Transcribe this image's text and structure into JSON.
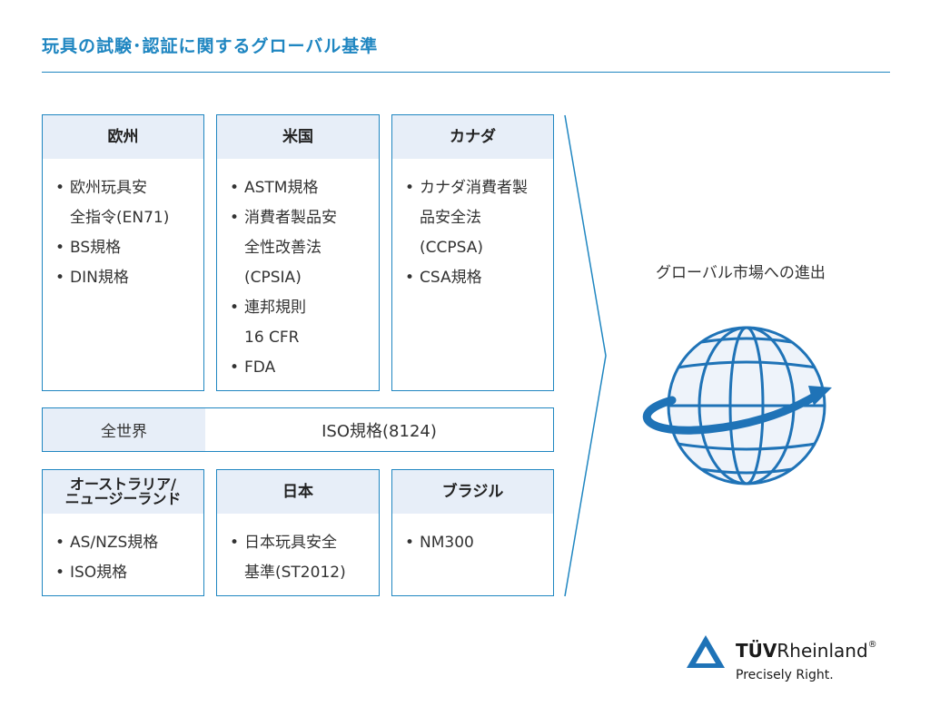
{
  "title": "玩具の試験･認証に関するグローバル基準",
  "regions_top": [
    {
      "name": "欧州",
      "items": [
        "欧州玩具安",
        "全指令(EN71)",
        "BS規格",
        "DIN規格"
      ],
      "bullets": [
        true,
        false,
        true,
        true
      ]
    },
    {
      "name": "米国",
      "items": [
        "ASTM規格",
        "消費者製品安",
        "全性改善法",
        "(CPSIA)",
        "連邦規則",
        "16 CFR",
        "FDA"
      ],
      "bullets": [
        true,
        true,
        false,
        false,
        true,
        false,
        true
      ]
    },
    {
      "name": "カナダ",
      "items": [
        "カナダ消費者製",
        "品安全法",
        "(CCPSA)",
        "CSA規格"
      ],
      "bullets": [
        true,
        false,
        false,
        true
      ]
    }
  ],
  "worldwide": {
    "label": "全世界",
    "value": "ISO規格(8124)"
  },
  "regions_bottom": [
    {
      "name_line1": "オーストラリア/",
      "name_line2": "ニュージーランド",
      "items": [
        "AS/NZS規格",
        "ISO規格"
      ],
      "bullets": [
        true,
        true
      ]
    },
    {
      "name": "日本",
      "items": [
        "日本玩具安全",
        "基準(ST2012)"
      ],
      "bullets": [
        true,
        false
      ]
    },
    {
      "name": "ブラジル",
      "items": [
        "NM300"
      ],
      "bullets": [
        true
      ]
    }
  ],
  "global_expansion": "グローバル市場への進出",
  "logo": {
    "brand_bold": "TÜV",
    "brand_rest": "Rheinland",
    "registered": "®",
    "tagline": "Precisely Right."
  },
  "colors": {
    "accent": "#1f86c1",
    "header_bg": "#e7eef8",
    "arrow": "#1f73b7",
    "globe_fill": "#eef3fa"
  },
  "icons": [
    "globe-icon",
    "orbit-arrow-icon",
    "tuv-triangle-logo-icon",
    "chevron-arrow-icon"
  ]
}
